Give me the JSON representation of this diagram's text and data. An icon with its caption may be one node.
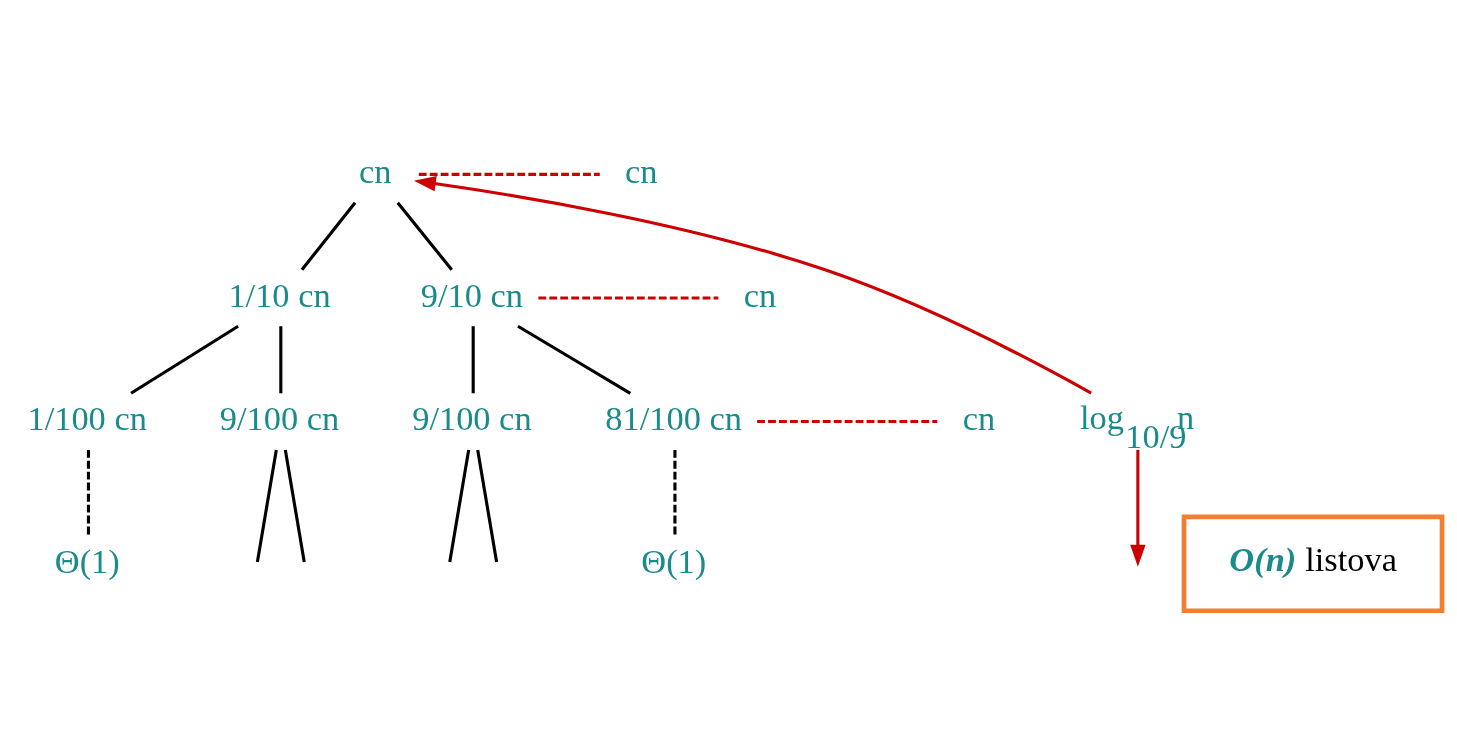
{
  "diagram": {
    "nodes": [
      {
        "text": [
          "cn"
        ]
      },
      {
        "text": [
          "1/10 cn"
        ]
      },
      {
        "text": [
          "9/10 cn"
        ]
      },
      {
        "text": [
          "1/100 cn"
        ]
      },
      {
        "text": [
          "9/100 cn"
        ]
      },
      {
        "text": [
          "9/100 cn"
        ]
      },
      {
        "text": [
          "81/100 cn"
        ]
      },
      {
        "text": [
          "Θ(1)"
        ]
      },
      {
        "text": [
          "Θ(1)"
        ]
      },
      {
        "text": [
          "cn"
        ]
      },
      {
        "text": [
          "cn"
        ]
      },
      {
        "text": [
          "cn"
        ]
      },
      {
        "text": [
          "log$_{10/9}$n"
        ]
      },
      {
        "text": [
          "**O(n)** listova"
        ]
      }
    ],
    "edges": [
      {
        "from": 0,
        "to": 1,
        "arrow": "none"
      },
      {
        "from": 0,
        "to": 2,
        "arrow": "none"
      },
      {
        "from": 1,
        "to": 3,
        "arrow": "none"
      },
      {
        "from": 1,
        "to": 4,
        "arrow": "none"
      },
      {
        "from": 2,
        "to": 5,
        "arrow": "none"
      },
      {
        "from": 2,
        "to": 6,
        "arrow": "none"
      },
      {
        "from": 4,
        "to": null,
        "arrow": "none"
      },
      {
        "from": 4,
        "to": null,
        "arrow": "none"
      },
      {
        "from": 5,
        "to": null,
        "arrow": "none"
      },
      {
        "from": 5,
        "to": null,
        "arrow": "none"
      },
      {
        "from": 3,
        "to": 7,
        "arrow": "none",
        "style": "dashed"
      },
      {
        "from": 6,
        "to": 8,
        "arrow": "none",
        "style": "dashed"
      },
      {
        "from": 0,
        "to": 9,
        "arrow": "none",
        "style": "dashed",
        "color": "#cc0000"
      },
      {
        "from": 2,
        "to": 10,
        "arrow": "none",
        "style": "dashed",
        "color": "#cc0000"
      },
      {
        "from": 6,
        "to": 11,
        "arrow": "none",
        "style": "dashed",
        "color": "#cc0000"
      },
      {
        "from": 12,
        "to": 0,
        "arrow": "to",
        "color": "#cc0000"
      },
      {
        "from": 12,
        "to": null,
        "arrow": "to",
        "color": "#cc0000"
      }
    ]
  }
}
